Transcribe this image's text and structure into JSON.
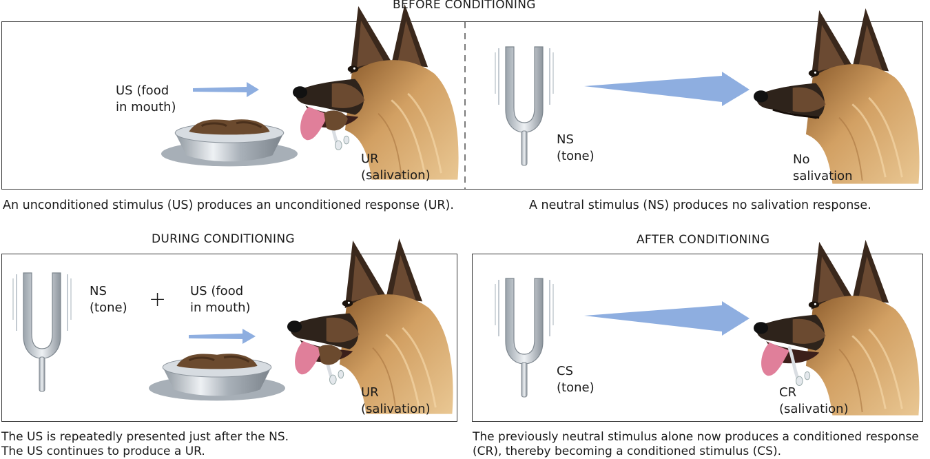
{
  "titles": {
    "before": "BEFORE CONDITIONING",
    "during": "DURING CONDITIONING",
    "after": "AFTER CONDITIONING"
  },
  "labels": {
    "before_us": "US (food\nin mouth)",
    "before_ur": "UR\n(salivation)",
    "before_ns": "NS\n(tone)",
    "before_no_salivation": "No\nsalivation",
    "during_ns": "NS\n(tone)",
    "during_plus": "+",
    "during_us": "US (food\nin mouth)",
    "during_ur": "UR\n(salivation)",
    "after_cs": "CS\n(tone)",
    "after_cr": "CR\n(salivation)"
  },
  "captions": {
    "before_left": "An unconditioned stimulus (US) produces an unconditioned response (UR).",
    "before_right": "A neutral stimulus (NS) produces no salivation response.",
    "during": "The US is repeatedly presented just after the NS.\nThe US continues to produce a UR.",
    "after": "The previously neutral stimulus alone now produces a conditioned response\n(CR), thereby becoming a conditioned stimulus (CS)."
  },
  "colors": {
    "arrow": "#8eaee0",
    "border": "#333333",
    "dog_fur": "#c99452",
    "dog_dark": "#2b1f16",
    "bowl": "#b9c0c8",
    "food": "#6b4a2e",
    "tongue": "#e07f9a"
  }
}
